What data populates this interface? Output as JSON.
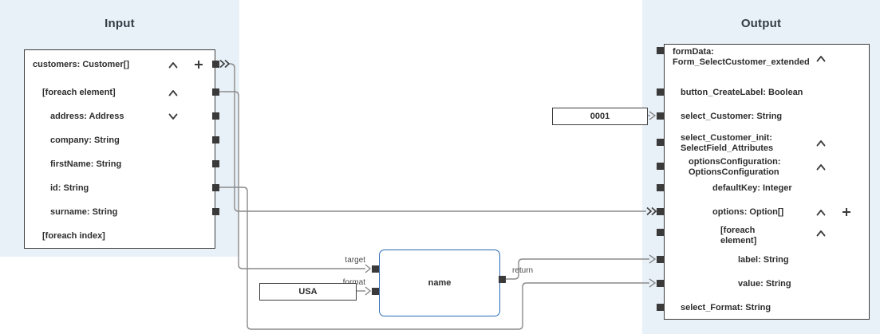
{
  "panels": {
    "input": {
      "title": "Input",
      "items": [
        {
          "label": "customers: Customer[]",
          "chevron": "up",
          "plus": true,
          "port": true
        },
        {
          "label": "[foreach element]",
          "chevron": "up",
          "plus": false,
          "port": true
        },
        {
          "label": "address: Address",
          "chevron": "down",
          "plus": false,
          "port": true
        },
        {
          "label": "company: String",
          "chevron": null,
          "plus": false,
          "port": true
        },
        {
          "label": "firstName: String",
          "chevron": null,
          "plus": false,
          "port": true
        },
        {
          "label": "id: String",
          "chevron": null,
          "plus": false,
          "port": true
        },
        {
          "label": "surname: String",
          "chevron": null,
          "plus": false,
          "port": true
        },
        {
          "label": "[foreach index]",
          "chevron": null,
          "plus": false,
          "port": false
        }
      ]
    },
    "output": {
      "title": "Output",
      "items": [
        {
          "label": "formData: Form_SelectCustomer_extended",
          "chevron": "up",
          "plus": false,
          "port": true
        },
        {
          "label": "button_CreateLabel: Boolean",
          "chevron": null,
          "plus": false,
          "port": true
        },
        {
          "label": "select_Customer: String",
          "chevron": null,
          "plus": false,
          "port": true
        },
        {
          "label": "select_Customer_init: SelectField_Attributes",
          "chevron": "up",
          "plus": false,
          "port": true
        },
        {
          "label": "optionsConfiguration: OptionsConfiguration",
          "chevron": "up",
          "plus": false,
          "port": true
        },
        {
          "label": "defaultKey: Integer",
          "chevron": null,
          "plus": false,
          "port": true
        },
        {
          "label": "options: Option[]",
          "chevron": "up",
          "plus": true,
          "port": true
        },
        {
          "label": "[foreach element]",
          "chevron": "up",
          "plus": false,
          "port": true
        },
        {
          "label": "label: String",
          "chevron": null,
          "plus": false,
          "port": true
        },
        {
          "label": "value: String",
          "chevron": null,
          "plus": false,
          "port": true
        },
        {
          "label": "select_Format: String",
          "chevron": null,
          "plus": false,
          "port": true
        }
      ]
    }
  },
  "canvas": {
    "function_box": {
      "label": "name",
      "inputs": [
        {
          "name": "target"
        },
        {
          "name": "format"
        }
      ],
      "output": {
        "name": "return"
      }
    },
    "constants": [
      {
        "value": "USA"
      },
      {
        "value": "0001"
      }
    ],
    "connections": [
      {
        "from": "customers: Customer[]",
        "to": "options: Option[]",
        "type": "foreach"
      },
      {
        "from": "[foreach element]",
        "to": "name.target",
        "type": "value"
      },
      {
        "from": "id: String",
        "to": "value: String",
        "type": "value"
      },
      {
        "from": "name.return",
        "to": "label: String",
        "type": "value"
      },
      {
        "from": "USA",
        "to": "name.format",
        "type": "constant"
      },
      {
        "from": "0001",
        "to": "select_Customer: String",
        "type": "constant"
      }
    ]
  },
  "colors": {
    "panel_background": "#e9f1f8",
    "box_border": "#3c3c3c",
    "function_border": "#2a6cb5",
    "connector": "#8a8a8a",
    "text": "#2d2d2d"
  }
}
